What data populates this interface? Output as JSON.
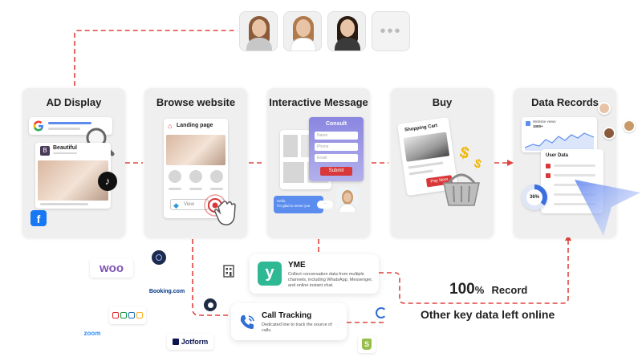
{
  "stages": [
    {
      "title": "AD Display"
    },
    {
      "title": "Browse website"
    },
    {
      "title": "Interactive Message"
    },
    {
      "title": "Buy"
    },
    {
      "title": "Data Records"
    }
  ],
  "browse": {
    "landing_page": "Landing page",
    "view_button": "View"
  },
  "ad": {
    "brand_name": "Beautiful",
    "brand_letter": "B"
  },
  "message": {
    "consult_title": "Consult",
    "fields": [
      "Name",
      "Phone",
      "Email"
    ],
    "submit_label": "Submit",
    "chat_text": "Hello,\nI'm glad to serve you"
  },
  "buy": {
    "cart_title": "Shopping Cart",
    "pay_label": "Pay Now"
  },
  "records": {
    "website_views": "Website views",
    "views_count": "1000+",
    "user_data": "User Data",
    "percent": "36%"
  },
  "yme": {
    "logo_letter": "y",
    "title": "YME",
    "desc": "Collect conversation data from multiple channels, including WhatsApp, Messenger, and online instant chat."
  },
  "call_tracking": {
    "title": "Call Tracking",
    "desc": "Dedicated line to track the source of calls."
  },
  "record": {
    "percent": "100",
    "percent_sign": "%",
    "label": "Record"
  },
  "left_online": "Other key data left online",
  "logos": {
    "woo": "woo",
    "booking": "Booking.com",
    "zoom": "zoom",
    "jotform": "Jotform"
  },
  "colors": {
    "accent_red": "#d9383a",
    "dash_red": "#e0443e",
    "yme_green": "#2fb894",
    "call_blue": "#2f6fd6",
    "consult_purple": "#8a86e0"
  }
}
